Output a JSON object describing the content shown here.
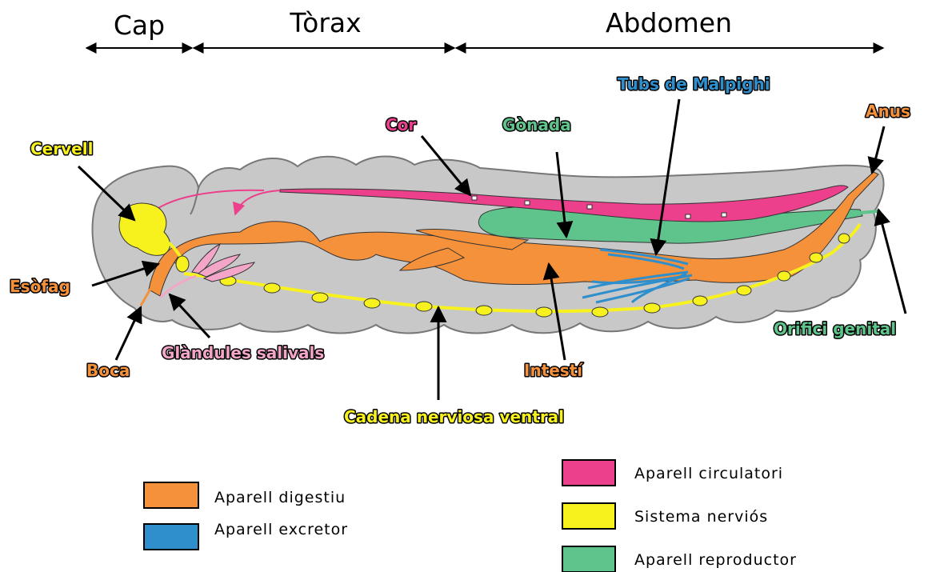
{
  "sections": {
    "head": "Cap",
    "thorax": "Tòrax",
    "abdomen": "Abdomen"
  },
  "labels": {
    "brain": "Cervell",
    "esophagus": "Esòfag",
    "mouth": "Boca",
    "salivary_glands": "Glàndules salivals",
    "heart": "Cor",
    "gonad": "Gònada",
    "malpighian_tubules": "Tubs de Malpighi",
    "anus": "Anus",
    "genital_orifice": "Orifici genital",
    "intestine": "Intestí",
    "nerve_cord": "Cadena nerviosa ventral"
  },
  "legend": [
    {
      "label": "Aparell digestiu",
      "color": "#f5913a"
    },
    {
      "label": "Aparell excretor",
      "color": "#2f8fcd"
    },
    {
      "label": "Aparell circulatori",
      "color": "#ec3f8c"
    },
    {
      "label": "Sistema nerviós",
      "color": "#f7f21e"
    },
    {
      "label": "Aparell reproductor",
      "color": "#5ec48c"
    }
  ],
  "colors": {
    "digestive": "#f5913a",
    "excretory": "#2f8fcd",
    "circulatory": "#ec3f8c",
    "nervous": "#f7f21e",
    "reproductive": "#5ec48c",
    "body": "#c8c8c8"
  }
}
